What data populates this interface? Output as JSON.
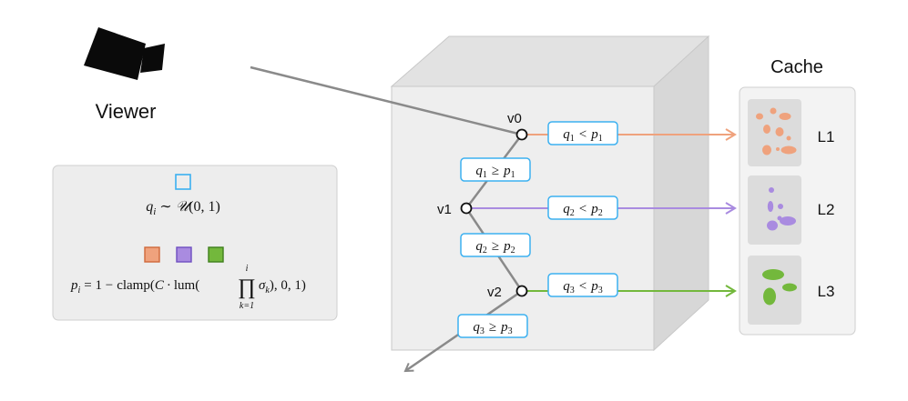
{
  "viewer": {
    "label": "Viewer",
    "icon": "camera-icon"
  },
  "cache": {
    "title": "Cache",
    "levels": [
      {
        "label": "L1",
        "color": "#EFA27D"
      },
      {
        "label": "L2",
        "color": "#A98BE0"
      },
      {
        "label": "L3",
        "color": "#73B83C"
      }
    ]
  },
  "vertices": [
    {
      "label": "v0"
    },
    {
      "label": "v1"
    },
    {
      "label": "v2"
    }
  ],
  "conditions": {
    "less": [
      {
        "q": "q",
        "sub": "1",
        "op": "<",
        "p": "p",
        "psub": "1"
      },
      {
        "q": "q",
        "sub": "2",
        "op": "<",
        "p": "p",
        "psub": "2"
      },
      {
        "q": "q",
        "sub": "3",
        "op": "<",
        "p": "p",
        "psub": "3"
      }
    ],
    "geq": [
      {
        "q": "q",
        "sub": "1",
        "op": "≥",
        "p": "p",
        "psub": "1"
      },
      {
        "q": "q",
        "sub": "2",
        "op": "≥",
        "p": "p",
        "psub": "2"
      },
      {
        "q": "q",
        "sub": "3",
        "op": "≥",
        "p": "p",
        "psub": "3"
      }
    ]
  },
  "legend": {
    "q_def": {
      "lhs": "q",
      "lhs_sub": "i",
      "op": "∼",
      "dist": "𝒰",
      "args": "(0, 1)"
    },
    "p_def": {
      "lhs": "p",
      "lhs_sub": "i",
      "eq": "= 1 −",
      "clamp": "clamp(",
      "C": "C",
      "dot": "·",
      "lum": "lum(",
      "prod": "∏",
      "prod_top": "i",
      "prod_bottom": "k=1",
      "sigma": "σ",
      "sigma_sub": "k",
      "tail": "), 0, 1)"
    },
    "q_swatch_color": "#3BB0F0",
    "p_swatch_colors": [
      "#EFA27D",
      "#A98BE0",
      "#73B83C"
    ]
  },
  "colors": {
    "ray": "#8A8A8A",
    "box_border": "#3BB0F0",
    "cube_front": "#EDEDED",
    "cube_top": "#E0E0E0",
    "cube_side": "#D6D6D6"
  }
}
